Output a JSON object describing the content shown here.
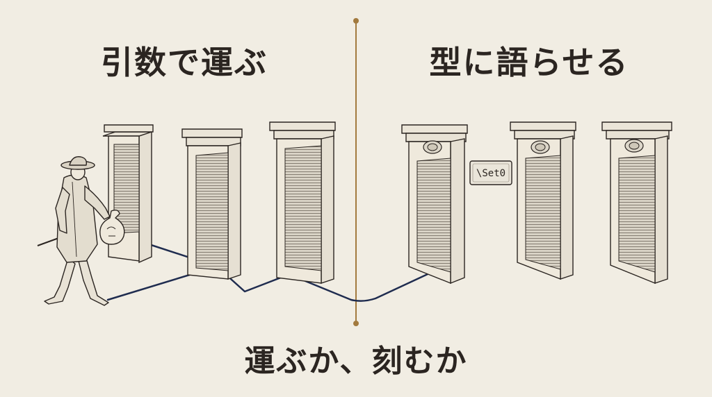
{
  "left_title": "引数で運ぶ",
  "right_title": "型に語らせる",
  "caption": "運ぶか、刻むか",
  "tag_label": "\\Set0",
  "colors": {
    "background": "#f1ede3",
    "ink": "#2b2521",
    "divider": "#a27a3e",
    "path": "#1f2c4f"
  },
  "icons": {
    "traveler": "man-with-money-bag",
    "door": "door-icon",
    "seal": "seal-emblem-icon"
  }
}
